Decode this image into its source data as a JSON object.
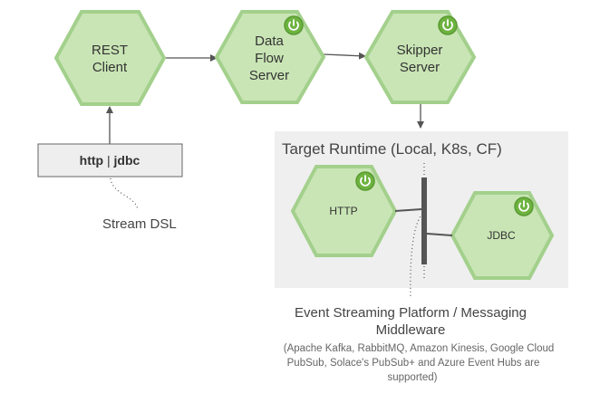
{
  "nodes": {
    "rest_client": {
      "line1": "REST",
      "line2": "Client"
    },
    "data_flow_server": {
      "line1": "Data",
      "line2": "Flow",
      "line3": "Server"
    },
    "skipper_server": {
      "line1": "Skipper",
      "line2": "Server"
    },
    "http_app": {
      "label": "HTTP"
    },
    "jdbc_app": {
      "label": "JDBC"
    }
  },
  "dsl_box": {
    "part1": "http",
    "separator": " | ",
    "part2": "jdbc"
  },
  "stream_dsl_label": "Stream DSL",
  "runtime": {
    "title": "Target Runtime (Local, K8s, CF)"
  },
  "messaging": {
    "line1": "Event Streaming Platform / Messaging",
    "line2": "Middleware",
    "note_line1": "(Apache Kafka, RabbitMQ, Amazon Kinesis, Google Cloud",
    "note_line2": "PubSub, Solace's PubSub+ and Azure Event Hubs are",
    "note_line3": "supported)"
  },
  "icons": {
    "spring_boot": "power-icon"
  },
  "colors": {
    "hex_fill": "#c9e5b5",
    "hex_stroke": "#a3d08c",
    "boot_green": "#6db33f",
    "runtime_bg": "#efefef"
  }
}
